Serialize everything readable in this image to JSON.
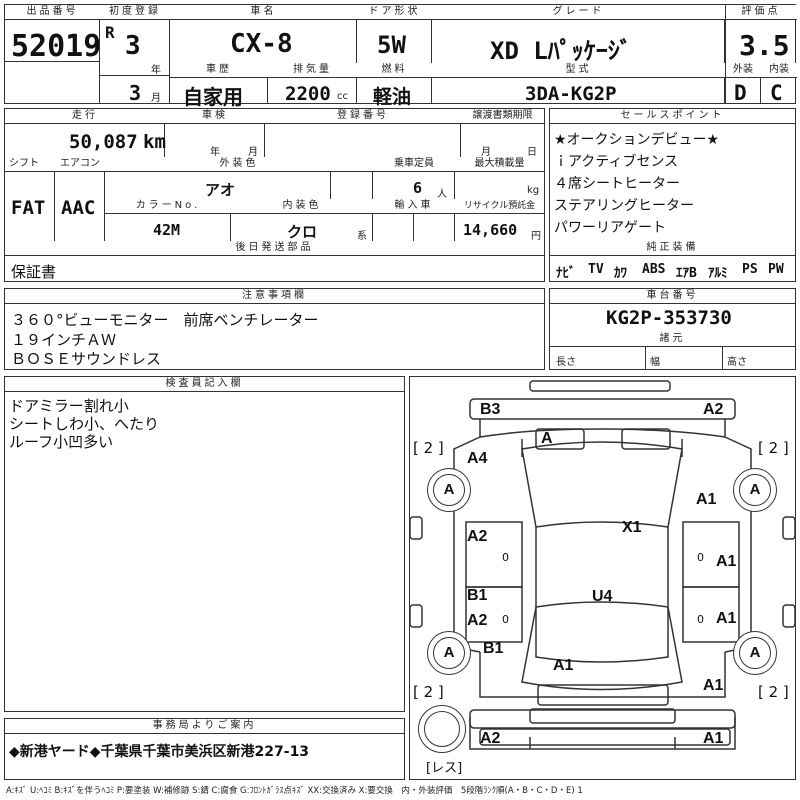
{
  "header": {
    "lot_label": "出品番号",
    "lot_value": "52019",
    "first_reg_label": "初度登録",
    "era": "R",
    "year_value": "3",
    "year_unit": "年",
    "month_value": "3",
    "month_unit": "月",
    "car_name_label": "車名",
    "car_name": "CX-8",
    "door_label": "ドア形状",
    "door_value": "5W",
    "grade_label": "グレード",
    "grade_value": "XD Lﾊﾟｯｹｰｼﾞ",
    "score_label": "評価点",
    "score_value": "3.5",
    "history_label": "車歴",
    "history_value": "自家用",
    "displacement_label": "排気量",
    "displacement_value": "2200",
    "displacement_unit": "cc",
    "fuel_label": "燃料",
    "fuel_value": "軽油",
    "model_label": "型式",
    "model_value": "3DA-KG2P",
    "exterior_label": "外装",
    "exterior_value": "D",
    "interior_label": "内装",
    "interior_value": "C"
  },
  "row2": {
    "mileage_label": "走行",
    "mileage_value": "50,087",
    "mileage_unit": "km",
    "inspection_label": "車検",
    "inspection_year": "年",
    "inspection_month": "月",
    "registration_label": "登録番号",
    "transfer_label": "譲渡書類期限",
    "transfer_month": "月",
    "transfer_day": "日",
    "shift_label": "シフト",
    "shift_value": "FAT",
    "ac_label": "エアコン",
    "ac_value": "AAC",
    "ext_color_label": "外装色",
    "ext_color_value": "アオ",
    "capacity_label": "乗車定員",
    "capacity_value": "6",
    "capacity_unit": "人",
    "load_label": "最大積載量",
    "load_unit": "kg",
    "color_no_label": "カラーNo.",
    "color_no_value": "42M",
    "int_color_label": "内装色",
    "int_color_value": "クロ",
    "int_color_unit": "系",
    "import_label": "輸入車",
    "recycle_label": "リサイクル預託金",
    "recycle_value": "14,660",
    "recycle_unit": "円",
    "later_label": "後日発送部品",
    "later_value": "保証書"
  },
  "sales": {
    "label": "セールスポイント",
    "items": [
      "★オークションデビュー★",
      "ｉアクティブセンス",
      "４席シートヒーター",
      "ステアリングヒーター",
      "パワーリアゲート"
    ]
  },
  "equipment": {
    "label": "純正装備",
    "items": [
      "ﾅﾋﾞ",
      "TV",
      "ｶﾜ",
      "ABS",
      "ｴｱB",
      "ｱﾙﾐ",
      "PS",
      "PW"
    ]
  },
  "notes": {
    "label": "注意事項欄",
    "lines": [
      "３６０°ビューモニター　前席ベンチレーター",
      "１９インチＡＷ",
      "ＢＯＳＥサウンドレス"
    ]
  },
  "chassis": {
    "label": "車台番号",
    "value": "KG2P-353730",
    "dims_label": "諸元",
    "length_label": "長さ",
    "width_label": "幅",
    "height_label": "高さ"
  },
  "inspector": {
    "label": "検査員記入欄",
    "lines": [
      "ドアミラー割れ小",
      "シートしわ小、へたり",
      "ルーフ小凹多い"
    ]
  },
  "office": {
    "label": "事務局よりご案内",
    "text": "◆新港ヤード◆千葉県千葉市美浜区新港227-13"
  },
  "diagram": {
    "marks": {
      "b3": "B3",
      "a2_top": "A2",
      "a_windshield": "A",
      "bracket_tl": "[ 2 ]",
      "bracket_tr": "[ 2 ]",
      "bracket_bl": "[ 2 ]",
      "bracket_br": "[ 2 ]",
      "a4": "A4",
      "tire_fl": "A",
      "tire_fr": "A",
      "a1_fr": "A1",
      "x1": "X1",
      "a2_ld": "A2",
      "a1_rd": "A1",
      "b1_l": "B1",
      "a2_lr": "A2",
      "u4": "U4",
      "a1_rr": "A1",
      "tire_rl": "A",
      "b1_rl": "B1",
      "tire_rr": "A",
      "a1_rear": "A1",
      "a1_rc": "A1",
      "a2_bl": "A2",
      "a1_br": "A1",
      "spare": "[レス]"
    }
  },
  "legend": {
    "text": "A:ｷｽﾞ U:ﾍｺﾐ B:ｷｽﾞを伴うﾍｺﾐ P:要塗装 W:補修跡 S:錆 C:腐食 G:ﾌﾛﾝﾄｶﾞﾗｽ点ｷｽﾞ XX:交換済み X:要交換　内・外装評価　5段階ﾗﾝｸ順(A・B・C・D・E) 1"
  }
}
